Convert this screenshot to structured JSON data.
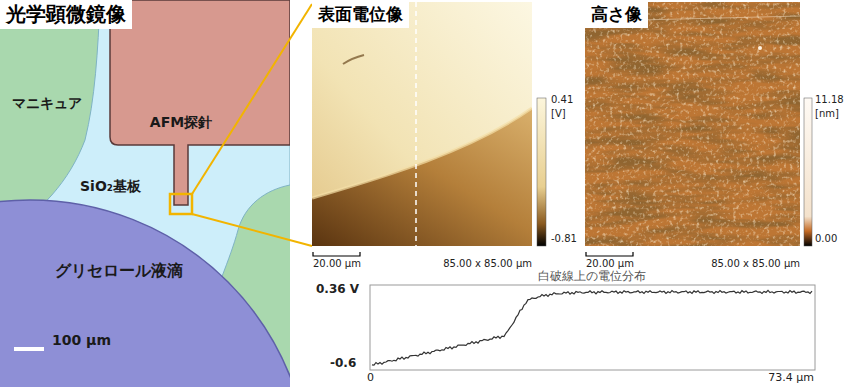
{
  "diagram": {
    "labels": [
      "光学顕微鏡像",
      "AFM探針",
      "マニキュア",
      "SiO₂基板",
      "グリセロール液滴",
      "100 μm",
      "表面電位像",
      "0.41",
      "[V]",
      "-0.81",
      "20.00 μm",
      "85.00 x 85.00 μm",
      "高さ像",
      "11.18",
      "[nm]",
      "0.00",
      "20.00 μm",
      "85.00 x 85.00 μm",
      "白破線上の電位分布",
      "0.36 V",
      "-0.6",
      "0",
      "73.4 μm"
    ]
  }
}
